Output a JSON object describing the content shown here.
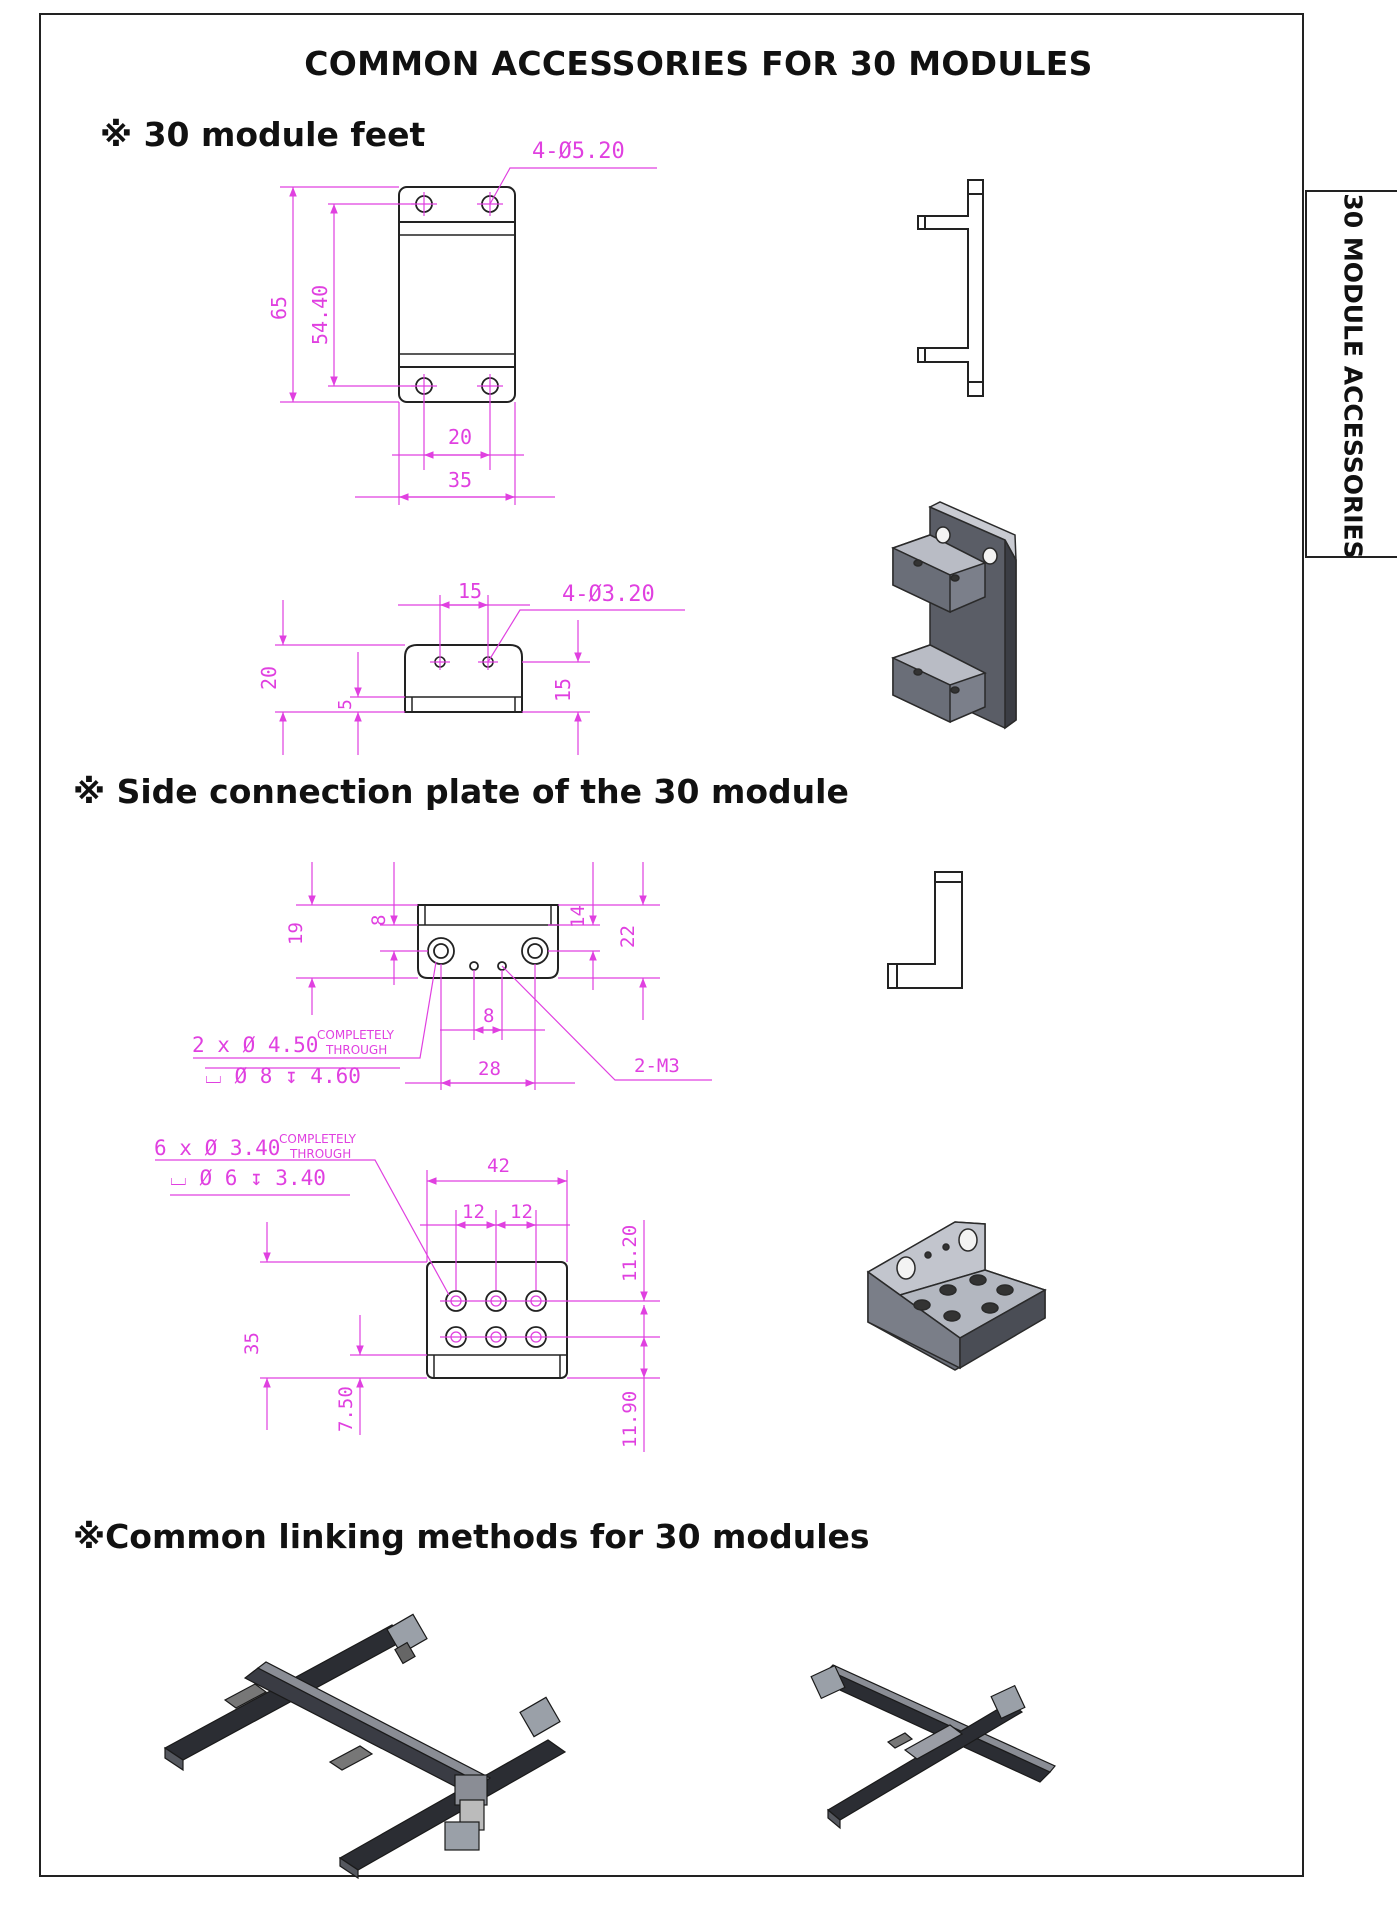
{
  "page": {
    "title": "COMMON ACCESSORIES FOR 30 MODULES",
    "side_tab": "30 MODULE ACCESSORIES"
  },
  "sections": {
    "feet": "※ 30 module feet",
    "side_plate": "※  Side connection plate of the 30 module",
    "linking": "※Common linking methods for 30 modules"
  },
  "dims": {
    "feet_holes": "4-Ø5.20",
    "feet_h_outer": "65",
    "feet_h_inner": "54.40",
    "feet_w_inner": "20",
    "feet_w_outer": "35",
    "feet_side_w": "15",
    "feet_side_holes": "4-Ø3.20",
    "feet_side_h": "20",
    "feet_side_h2": "5",
    "feet_side_h3": "15",
    "plate_19": "19",
    "plate_8v": "8",
    "plate_14": "14",
    "plate_22": "22",
    "plate_8h": "8",
    "plate_28": "28",
    "plate_m3": "2-M3",
    "plate_hole_a": "2 x Ø 4.50",
    "plate_cb_a": "⌴ Ø 8 ↧ 4.60",
    "plate_hole_b": "6 x Ø 3.40",
    "plate_cb_b": "⌴ Ø 6 ↧ 3.40",
    "completely": "COMPLETELY",
    "through": "THROUGH",
    "plate_42": "42",
    "plate_12a": "12",
    "plate_12b": "12",
    "plate_35": "35",
    "plate_750": "7.50",
    "plate_1120": "11.20",
    "plate_1190": "11.90"
  },
  "colors": {
    "dimension": "#e040e0",
    "outline": "#222222"
  }
}
